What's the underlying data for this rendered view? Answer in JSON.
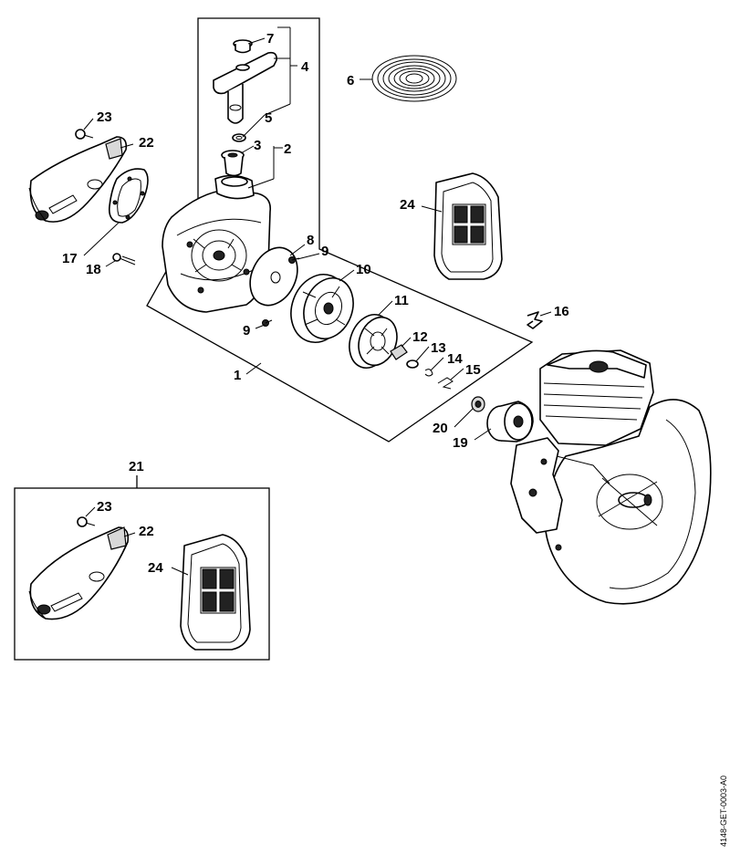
{
  "diagram": {
    "labels": {
      "p1": "1",
      "p2": "2",
      "p3": "3",
      "p4": "4",
      "p5": "5",
      "p6": "6",
      "p7": "7",
      "p8": "8",
      "p9a": "9",
      "p9b": "9",
      "p10": "10",
      "p11": "11",
      "p12": "12",
      "p13": "13",
      "p14": "14",
      "p15": "15",
      "p16": "16",
      "p17": "17",
      "p18": "18",
      "p19": "19",
      "p20": "20",
      "p21": "21",
      "p22a": "22",
      "p22b": "22",
      "p23a": "23",
      "p23b": "23",
      "p24a": "24",
      "p24b": "24"
    },
    "drawing_code": "4148-GET-0003-A0"
  }
}
